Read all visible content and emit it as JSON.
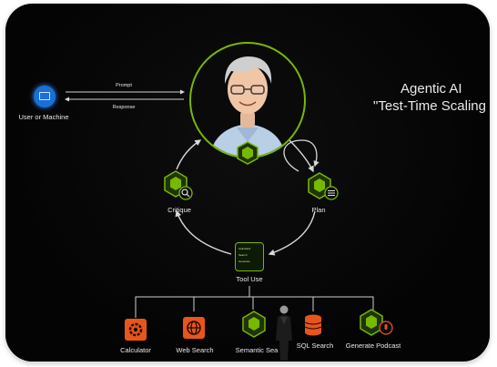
{
  "title": {
    "line1": "Agentic AI",
    "line2": "\"Test-Time Scaling"
  },
  "user": {
    "label": "User or Machine",
    "prompt": "Prompt",
    "response": "Response"
  },
  "nodes": {
    "critique": "Critique",
    "plan": "Plan",
    "tool_use": "Tool Use",
    "tool_use_items": [
      "Calculator",
      "Search",
      "Generate"
    ]
  },
  "tools": [
    {
      "label": "Calculator",
      "color": "#e8551c",
      "icon": "gear-icon"
    },
    {
      "label": "Web Search",
      "color": "#e8551c",
      "icon": "globe-icon"
    },
    {
      "label": "Semantic Sea",
      "color": "#76b900",
      "icon": "nvidia-cube-icon"
    },
    {
      "label": "SQL Search",
      "color": "#e8551c",
      "icon": "database-icon"
    },
    {
      "label": "Generate Podcast",
      "color": "#76b900",
      "icon": "nvidia-cube-icon"
    }
  ],
  "colors": {
    "accent": "#76b900",
    "tool_orange": "#e8551c",
    "user_blue": "#1a6fd8",
    "background": "#050505"
  }
}
